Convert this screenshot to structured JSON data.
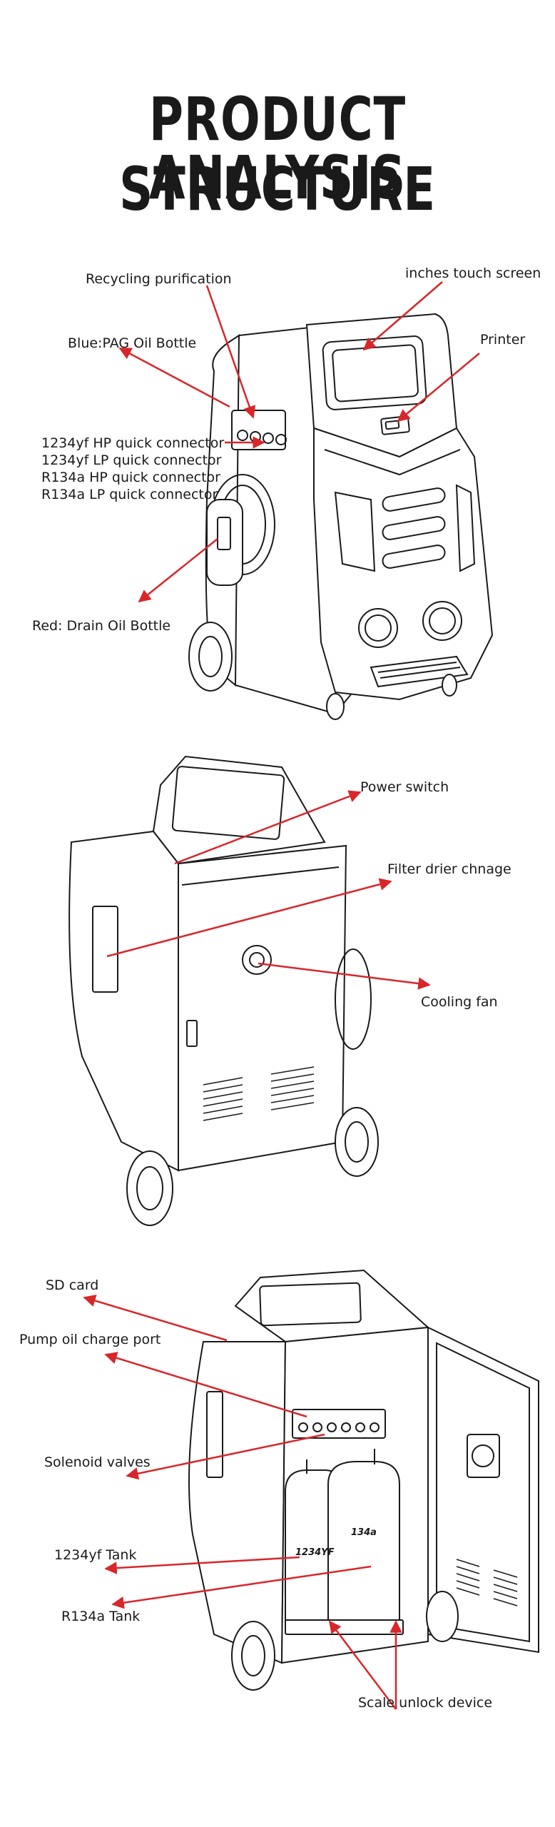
{
  "header": {
    "title_line1": "PRODUCT STRUCTURE",
    "title_line2": "ANALYSIS"
  },
  "panel1": {
    "recycling": "Recycling purification",
    "touch_screen": "inches touch screen",
    "pag_oil": "Blue:PAG Oil Bottle",
    "printer": "Printer",
    "hp_1234yf": "1234yf HP quick connector",
    "lp_1234yf": "1234yf LP quick connector",
    "hp_r134a": "R134a HP quick connector",
    "lp_r134a": "R134a LP quick connector",
    "drain_oil": "Red: Drain Oil Bottle"
  },
  "panel2": {
    "power_switch": "Power switch",
    "filter_drier": "Filter drier chnage",
    "cooling_fan": "Cooling fan"
  },
  "panel3": {
    "sd_card": "SD card",
    "pump_oil": "Pump oil charge port",
    "solenoid": "Solenoid valves",
    "tank_1234yf": "1234yf Tank",
    "tank_r134a": "R134a Tank",
    "scale_unlock": "Scale unlock device",
    "tank_mark_1234yf": "1234YF",
    "tank_mark_r134a": "134a"
  },
  "colors": {
    "arrow": "#d8262a",
    "line": "#1a1a1a"
  }
}
